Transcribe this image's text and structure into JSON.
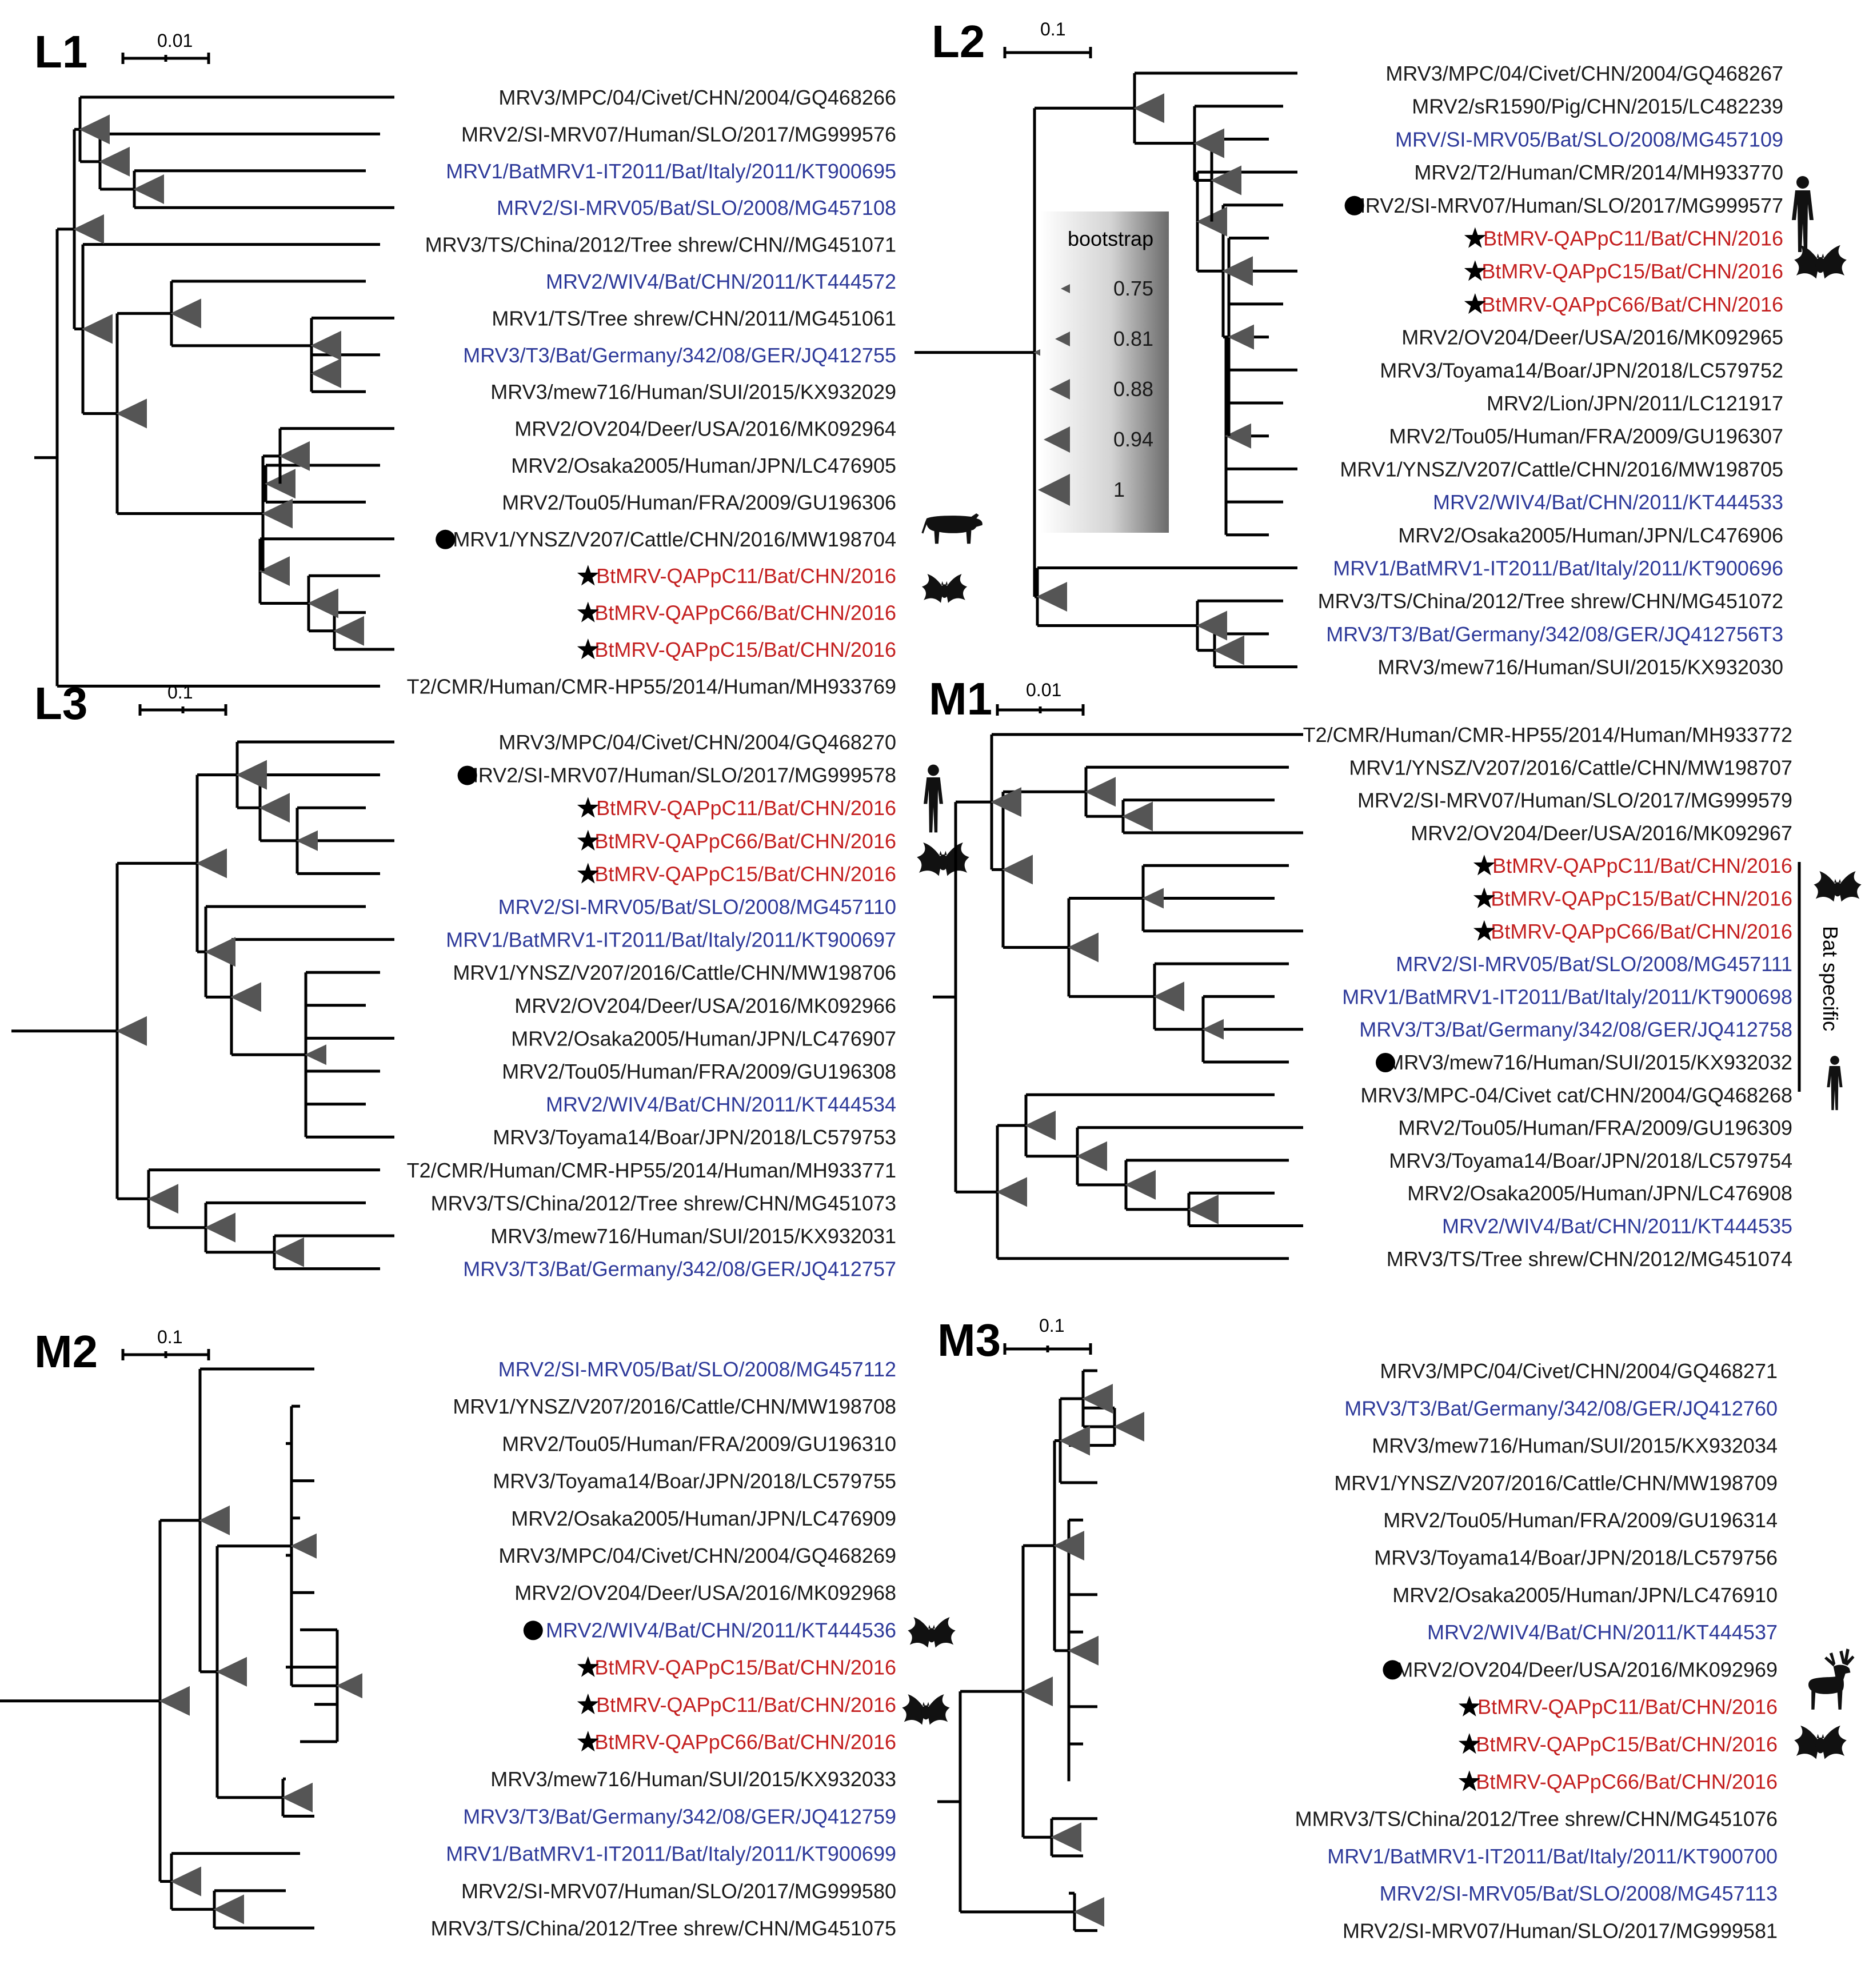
{
  "colors": {
    "black": "#1a1a1a",
    "bat": "#2e3a9a",
    "novel": "#c42020",
    "bootstrap": "#555555"
  },
  "marker_legend": {
    "star": "star-icon",
    "dot": "dot-icon"
  },
  "panels": {
    "L1": {
      "title": "L1",
      "scale": "0.01",
      "taxa": [
        {
          "text": "MRV3/MPC/04/Civet/CHN/2004/GQ468266",
          "color": "black"
        },
        {
          "text": "MRV2/SI-MRV07/Human/SLO/2017/MG999576",
          "color": "black"
        },
        {
          "text": "MRV1/BatMRV1-IT2011/Bat/Italy/2011/KT900695",
          "color": "bat"
        },
        {
          "text": "MRV2/SI-MRV05/Bat/SLO/2008/MG457108",
          "color": "bat"
        },
        {
          "text": "MRV3/TS/China/2012/Tree shrew/CHN//MG451071",
          "color": "black"
        },
        {
          "text": "MRV2/WIV4/Bat/CHN/2011/KT444572",
          "color": "bat"
        },
        {
          "text": "MRV1/TS/Tree shrew/CHN/2011/MG451061",
          "color": "black"
        },
        {
          "text": "MRV3/T3/Bat/Germany/342/08/GER/JQ412755",
          "color": "bat"
        },
        {
          "text": "MRV3/mew716/Human/SUI/2015/KX932029",
          "color": "black"
        },
        {
          "text": "MRV2/OV204/Deer/USA/2016/MK092964",
          "color": "black"
        },
        {
          "text": "MRV2/Osaka2005/Human/JPN/LC476905",
          "color": "black"
        },
        {
          "text": "MRV2/Tou05/Human/FRA/2009/GU196306",
          "color": "black"
        },
        {
          "text": "MRV1/YNSZ/V207/Cattle/CHN/2016/MW198704",
          "color": "black",
          "marker": "dot"
        },
        {
          "text": "BtMRV-QAPpC11/Bat/CHN/2016",
          "color": "novel",
          "marker": "star"
        },
        {
          "text": "BtMRV-QAPpC66/Bat/CHN/2016",
          "color": "novel",
          "marker": "star"
        },
        {
          "text": "BtMRV-QAPpC15/Bat/CHN/2016",
          "color": "novel",
          "marker": "star"
        },
        {
          "text": "T2/CMR/Human/CMR-HP55/2014/Human/MH933769",
          "color": "black"
        }
      ],
      "host_icons": [
        "cattle-icon",
        "bat-icon"
      ]
    },
    "L2": {
      "title": "L2",
      "scale": "0.1",
      "legend": {
        "title": "bootstrap",
        "values": [
          "0.75",
          "0.81",
          "0.88",
          "0.94",
          "1"
        ]
      },
      "taxa": [
        {
          "text": "MRV3/MPC/04/Civet/CHN/2004/GQ468267",
          "color": "black"
        },
        {
          "text": "MRV2/sR1590/Pig/CHN/2015/LC482239",
          "color": "black"
        },
        {
          "text": "MRV/SI-MRV05/Bat/SLO/2008/MG457109",
          "color": "bat"
        },
        {
          "text": "MRV2/T2/Human/CMR/2014/MH933770",
          "color": "black"
        },
        {
          "text": "MRV2/SI-MRV07/Human/SLO/2017/MG999577",
          "color": "black",
          "marker": "dot"
        },
        {
          "text": "BtMRV-QAPpC11/Bat/CHN/2016",
          "color": "novel",
          "marker": "star"
        },
        {
          "text": "BtMRV-QAPpC15/Bat/CHN/2016",
          "color": "novel",
          "marker": "star"
        },
        {
          "text": "BtMRV-QAPpC66/Bat/CHN/2016",
          "color": "novel",
          "marker": "star"
        },
        {
          "text": "MRV2/OV204/Deer/USA/2016/MK092965",
          "color": "black"
        },
        {
          "text": "MRV3/Toyama14/Boar/JPN/2018/LC579752",
          "color": "black"
        },
        {
          "text": "MRV2/Lion/JPN/2011/LC121917",
          "color": "black"
        },
        {
          "text": "MRV2/Tou05/Human/FRA/2009/GU196307",
          "color": "black"
        },
        {
          "text": "MRV1/YNSZ/V207/Cattle/CHN/2016/MW198705",
          "color": "black"
        },
        {
          "text": "MRV2/WIV4/Bat/CHN/2011/KT444533",
          "color": "bat"
        },
        {
          "text": "MRV2/Osaka2005/Human/JPN/LC476906",
          "color": "black"
        },
        {
          "text": "MRV1/BatMRV1-IT2011/Bat/Italy/2011/KT900696",
          "color": "bat"
        },
        {
          "text": "MRV3/TS/China/2012/Tree shrew/CHN/MG451072",
          "color": "black"
        },
        {
          "text": "MRV3/T3/Bat/Germany/342/08/GER/JQ412756T3",
          "color": "bat"
        },
        {
          "text": "MRV3/mew716/Human/SUI/2015/KX932030",
          "color": "black"
        }
      ],
      "host_icons": [
        "human-icon",
        "bat-icon"
      ]
    },
    "L3": {
      "title": "L3",
      "scale": "0.1",
      "taxa": [
        {
          "text": "MRV3/MPC/04/Civet/CHN/2004/GQ468270",
          "color": "black"
        },
        {
          "text": "MRV2/SI-MRV07/Human/SLO/2017/MG999578",
          "color": "black",
          "marker": "dot"
        },
        {
          "text": "BtMRV-QAPpC11/Bat/CHN/2016",
          "color": "novel",
          "marker": "star"
        },
        {
          "text": "BtMRV-QAPpC66/Bat/CHN/2016",
          "color": "novel",
          "marker": "star"
        },
        {
          "text": "BtMRV-QAPpC15/Bat/CHN/2016",
          "color": "novel",
          "marker": "star"
        },
        {
          "text": "MRV2/SI-MRV05/Bat/SLO/2008/MG457110",
          "color": "bat"
        },
        {
          "text": "MRV1/BatMRV1-IT2011/Bat/Italy/2011/KT900697",
          "color": "bat"
        },
        {
          "text": "MRV1/YNSZ/V207/2016/Cattle/CHN/MW198706",
          "color": "black"
        },
        {
          "text": "MRV2/OV204/Deer/USA/2016/MK092966",
          "color": "black"
        },
        {
          "text": "MRV2/Osaka2005/Human/JPN/LC476907",
          "color": "black"
        },
        {
          "text": "MRV2/Tou05/Human/FRA/2009/GU196308",
          "color": "black"
        },
        {
          "text": "MRV2/WIV4/Bat/CHN/2011/KT444534",
          "color": "bat"
        },
        {
          "text": "MRV3/Toyama14/Boar/JPN/2018/LC579753",
          "color": "black"
        },
        {
          "text": "T2/CMR/Human/CMR-HP55/2014/Human/MH933771",
          "color": "black"
        },
        {
          "text": "MRV3/TS/China/2012/Tree shrew/CHN/MG451073",
          "color": "black"
        },
        {
          "text": "MRV3/mew716/Human/SUI/2015/KX932031",
          "color": "black"
        },
        {
          "text": "MRV3/T3/Bat/Germany/342/08/GER/JQ412757",
          "color": "bat"
        }
      ],
      "host_icons": [
        "human-icon",
        "bat-icon"
      ]
    },
    "M1": {
      "title": "M1",
      "scale": "0.01",
      "clade_label": "Bat specific",
      "taxa": [
        {
          "text": "T2/CMR/Human/CMR-HP55/2014/Human/MH933772",
          "color": "black"
        },
        {
          "text": "MRV1/YNSZ/V207/2016/Cattle/CHN/MW198707",
          "color": "black"
        },
        {
          "text": "MRV2/SI-MRV07/Human/SLO/2017/MG999579",
          "color": "black"
        },
        {
          "text": "MRV2/OV204/Deer/USA/2016/MK092967",
          "color": "black"
        },
        {
          "text": "BtMRV-QAPpC11/Bat/CHN/2016",
          "color": "novel",
          "marker": "star"
        },
        {
          "text": "BtMRV-QAPpC15/Bat/CHN/2016",
          "color": "novel",
          "marker": "star"
        },
        {
          "text": "BtMRV-QAPpC66/Bat/CHN/2016",
          "color": "novel",
          "marker": "star"
        },
        {
          "text": "MRV2/SI-MRV05/Bat/SLO/2008/MG457111",
          "color": "bat"
        },
        {
          "text": "MRV1/BatMRV1-IT2011/Bat/Italy/2011/KT900698",
          "color": "bat"
        },
        {
          "text": "MRV3/T3/Bat/Germany/342/08/GER/JQ412758",
          "color": "bat"
        },
        {
          "text": "MRV3/mew716/Human/SUI/2015/KX932032",
          "color": "black",
          "marker": "dot"
        },
        {
          "text": "MRV3/MPC-04/Civet cat/CHN/2004/GQ468268",
          "color": "black"
        },
        {
          "text": "MRV2/Tou05/Human/FRA/2009/GU196309",
          "color": "black"
        },
        {
          "text": "MRV3/Toyama14/Boar/JPN/2018/LC579754",
          "color": "black"
        },
        {
          "text": "MRV2/Osaka2005/Human/JPN/LC476908",
          "color": "black"
        },
        {
          "text": "MRV2/WIV4/Bat/CHN/2011/KT444535",
          "color": "bat"
        },
        {
          "text": "MRV3/TS/Tree shrew/CHN/2012/MG451074",
          "color": "black"
        }
      ],
      "host_icons": [
        "bat-icon",
        "human-icon"
      ]
    },
    "M2": {
      "title": "M2",
      "scale": "0.1",
      "taxa": [
        {
          "text": "MRV2/SI-MRV05/Bat/SLO/2008/MG457112",
          "color": "bat"
        },
        {
          "text": "MRV1/YNSZ/V207/2016/Cattle/CHN/MW198708",
          "color": "black"
        },
        {
          "text": "MRV2/Tou05/Human/FRA/2009/GU196310",
          "color": "black"
        },
        {
          "text": "MRV3/Toyama14/Boar/JPN/2018/LC579755",
          "color": "black"
        },
        {
          "text": "MRV2/Osaka2005/Human/JPN/LC476909",
          "color": "black"
        },
        {
          "text": "MRV3/MPC/04/Civet/CHN/2004/GQ468269",
          "color": "black"
        },
        {
          "text": "MRV2/OV204/Deer/USA/2016/MK092968",
          "color": "black"
        },
        {
          "text": "MRV2/WIV4/Bat/CHN/2011/KT444536",
          "color": "bat",
          "marker": "dot"
        },
        {
          "text": "BtMRV-QAPpC15/Bat/CHN/2016",
          "color": "novel",
          "marker": "star"
        },
        {
          "text": "BtMRV-QAPpC11/Bat/CHN/2016",
          "color": "novel",
          "marker": "star"
        },
        {
          "text": "BtMRV-QAPpC66/Bat/CHN/2016",
          "color": "novel",
          "marker": "star"
        },
        {
          "text": "MRV3/mew716/Human/SUI/2015/KX932033",
          "color": "black"
        },
        {
          "text": "MRV3/T3/Bat/Germany/342/08/GER/JQ412759",
          "color": "bat"
        },
        {
          "text": "MRV1/BatMRV1-IT2011/Bat/Italy/2011/KT900699",
          "color": "bat"
        },
        {
          "text": "MRV2/SI-MRV07/Human/SLO/2017/MG999580",
          "color": "black"
        },
        {
          "text": "MRV3/TS/China/2012/Tree shrew/CHN/MG451075",
          "color": "black"
        }
      ],
      "host_icons": [
        "bat-icon",
        "bat-icon"
      ]
    },
    "M3": {
      "title": "M3",
      "scale": "0.1",
      "taxa": [
        {
          "text": "MRV3/MPC/04/Civet/CHN/2004/GQ468271",
          "color": "black"
        },
        {
          "text": "MRV3/T3/Bat/Germany/342/08/GER/JQ412760",
          "color": "bat"
        },
        {
          "text": "MRV3/mew716/Human/SUI/2015/KX932034",
          "color": "black"
        },
        {
          "text": "MRV1/YNSZ/V207/2016/Cattle/CHN/MW198709",
          "color": "black"
        },
        {
          "text": "MRV2/Tou05/Human/FRA/2009/GU196314",
          "color": "black"
        },
        {
          "text": "MRV3/Toyama14/Boar/JPN/2018/LC579756",
          "color": "black"
        },
        {
          "text": "MRV2/Osaka2005/Human/JPN/LC476910",
          "color": "black"
        },
        {
          "text": "MRV2/WIV4/Bat/CHN/2011/KT444537",
          "color": "bat"
        },
        {
          "text": "MRV2/OV204/Deer/USA/2016/MK092969",
          "color": "black",
          "marker": "dot"
        },
        {
          "text": "BtMRV-QAPpC11/Bat/CHN/2016",
          "color": "novel",
          "marker": "star"
        },
        {
          "text": "BtMRV-QAPpC15/Bat/CHN/2016",
          "color": "novel",
          "marker": "star"
        },
        {
          "text": "BtMRV-QAPpC66/Bat/CHN/2016",
          "color": "novel",
          "marker": "star"
        },
        {
          "text": "MMRV3/TS/China/2012/Tree shrew/CHN/MG451076",
          "color": "black"
        },
        {
          "text": "MRV1/BatMRV1-IT2011/Bat/Italy/2011/KT900700",
          "color": "bat"
        },
        {
          "text": "MRV2/SI-MRV05/Bat/SLO/2008/MG457113",
          "color": "bat"
        },
        {
          "text": "MRV2/SI-MRV07/Human/SLO/2017/MG999581",
          "color": "black"
        }
      ],
      "host_icons": [
        "deer-icon",
        "bat-icon"
      ]
    }
  }
}
